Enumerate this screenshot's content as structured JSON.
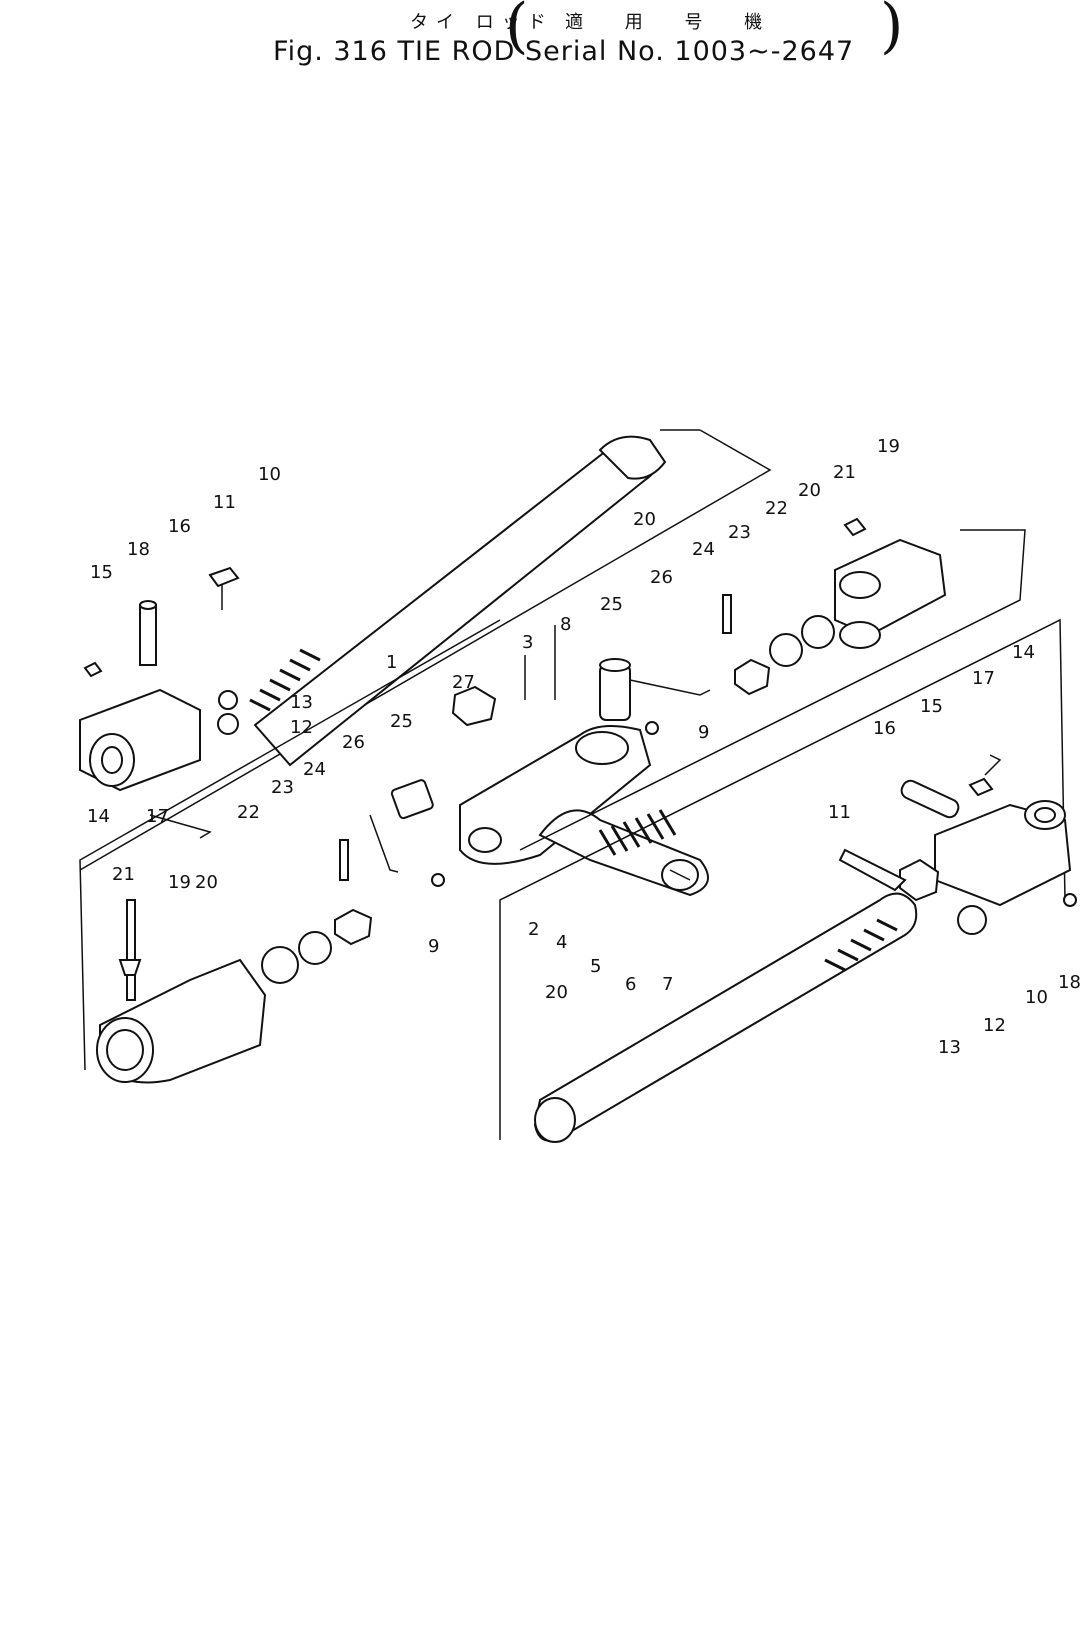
{
  "header": {
    "jp_title": "タイ ロッド",
    "jp_serial": "適 用 号 機",
    "figure": "Fig. 316",
    "name": "TIE ROD",
    "serial": "Serial No. 1003~-2647"
  },
  "callouts": {
    "c1": "1",
    "c2": "2",
    "c3": "3",
    "c4": "4",
    "c5": "5",
    "c6": "6",
    "c7": "7",
    "c8": "8",
    "c9a": "9",
    "c9b": "9",
    "c10a": "10",
    "c10b": "10",
    "c11a": "11",
    "c11b": "11",
    "c12a": "12",
    "c12b": "12",
    "c13a": "13",
    "c13b": "13",
    "c14a": "14",
    "c14b": "14",
    "c15a": "15",
    "c15b": "15",
    "c16a": "16",
    "c16b": "16",
    "c17a": "17",
    "c17b": "17",
    "c18a": "18",
    "c18b": "18",
    "c19a": "19",
    "c19b": "19",
    "c20a": "20",
    "c20b": "20",
    "c20c": "20",
    "c20d": "20",
    "c21a": "21",
    "c21b": "21",
    "c22a": "22",
    "c22b": "22",
    "c23a": "23",
    "c23b": "23",
    "c24a": "24",
    "c24b": "24",
    "c25a": "25",
    "c25b": "25",
    "c26a": "26",
    "c26b": "26",
    "c27": "27"
  }
}
